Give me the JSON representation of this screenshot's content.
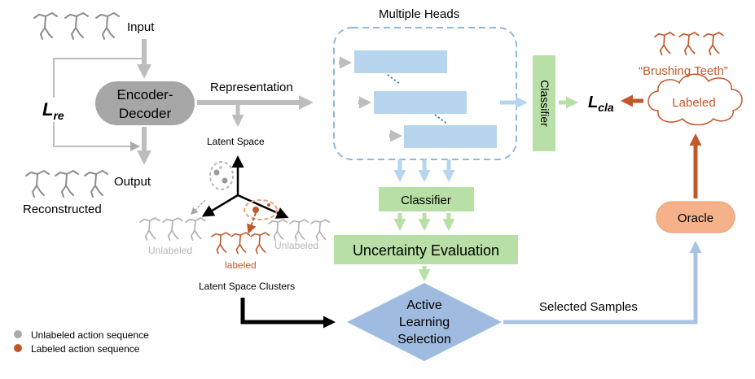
{
  "labels": {
    "input": "Input",
    "output": "Output",
    "reconstructed": "Reconstructed",
    "encoder_line1": "Encoder-",
    "encoder_line2": "Decoder",
    "loss_re_main": "L",
    "loss_re_sub": "re",
    "representation": "Representation",
    "latent_space": "Latent Space",
    "unlabeled_left": "Unlabeled",
    "unlabeled_right": "Unlabeled",
    "labeled_cluster": "labeled",
    "latent_space_clusters": "Latent Space Clusters",
    "multiple_heads": "Multiple Heads",
    "classifier_vertical": "Classifier",
    "classifier_bottom": "Classifier",
    "uncertainty_evaluation": "Uncertainty Evaluation",
    "als_line1": "Active",
    "als_line2": "Learning",
    "als_line3": "Selection",
    "selected_samples": "Selected Samples",
    "oracle": "Oracle",
    "labeled_cloud": "Labeled",
    "brushing_teeth": "“Brushing Teeth”",
    "loss_cla_main": "L",
    "loss_cla_sub": "cla"
  },
  "legend": [
    {
      "label": "Unlabeled action sequence",
      "color": "#a9a9a9"
    },
    {
      "label": "Labeled action sequence",
      "color": "#c0582a"
    }
  ],
  "colors": {
    "gray_arrow": "#bdbdbd",
    "blue_box": "#b7d5ee",
    "green_box": "#b8dfa6",
    "orange": "#c0582a",
    "oracle_fill": "#f5b28a",
    "diamond_fill": "#9fbbe0",
    "encoder_fill": "#a6a6a6"
  }
}
